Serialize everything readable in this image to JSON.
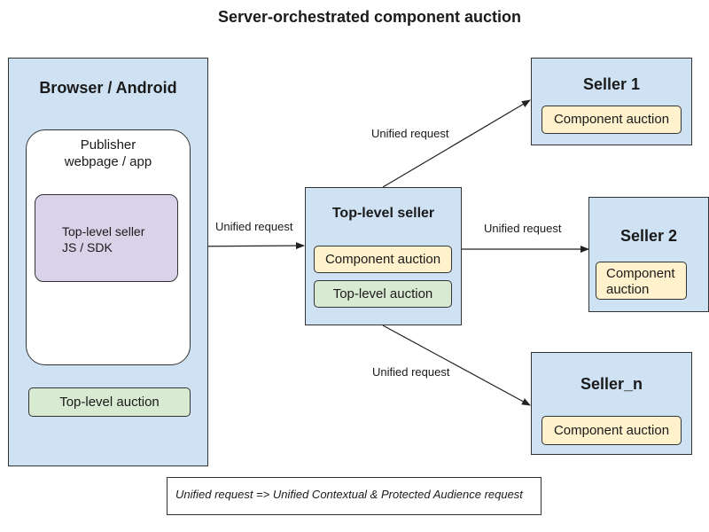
{
  "title": "Server-orchestrated component auction",
  "browser": {
    "label": "Browser / Android",
    "publisher": {
      "label_line1": "Publisher",
      "label_line2": "webpage / app"
    },
    "seller_js": {
      "label_line1": "Top-level seller",
      "label_line2": "JS / SDK"
    },
    "top_level_auction": "Top-level auction"
  },
  "top_level_seller": {
    "label": "Top-level seller",
    "component_auction": "Component auction",
    "top_level_auction": "Top-level auction"
  },
  "sellers": [
    {
      "label": "Seller 1",
      "component_auction": "Component auction"
    },
    {
      "label": "Seller 2",
      "component_auction_line1": "Component",
      "component_auction_line2": "auction"
    },
    {
      "label": "Seller_n",
      "component_auction": "Component auction"
    }
  ],
  "edges": {
    "browser_to_top": "Unified request",
    "top_to_seller1": "Unified request",
    "top_to_seller2": "Unified request",
    "top_to_sellern": "Unified request"
  },
  "note": "Unified request => Unified Contextual & Protected Audience request"
}
